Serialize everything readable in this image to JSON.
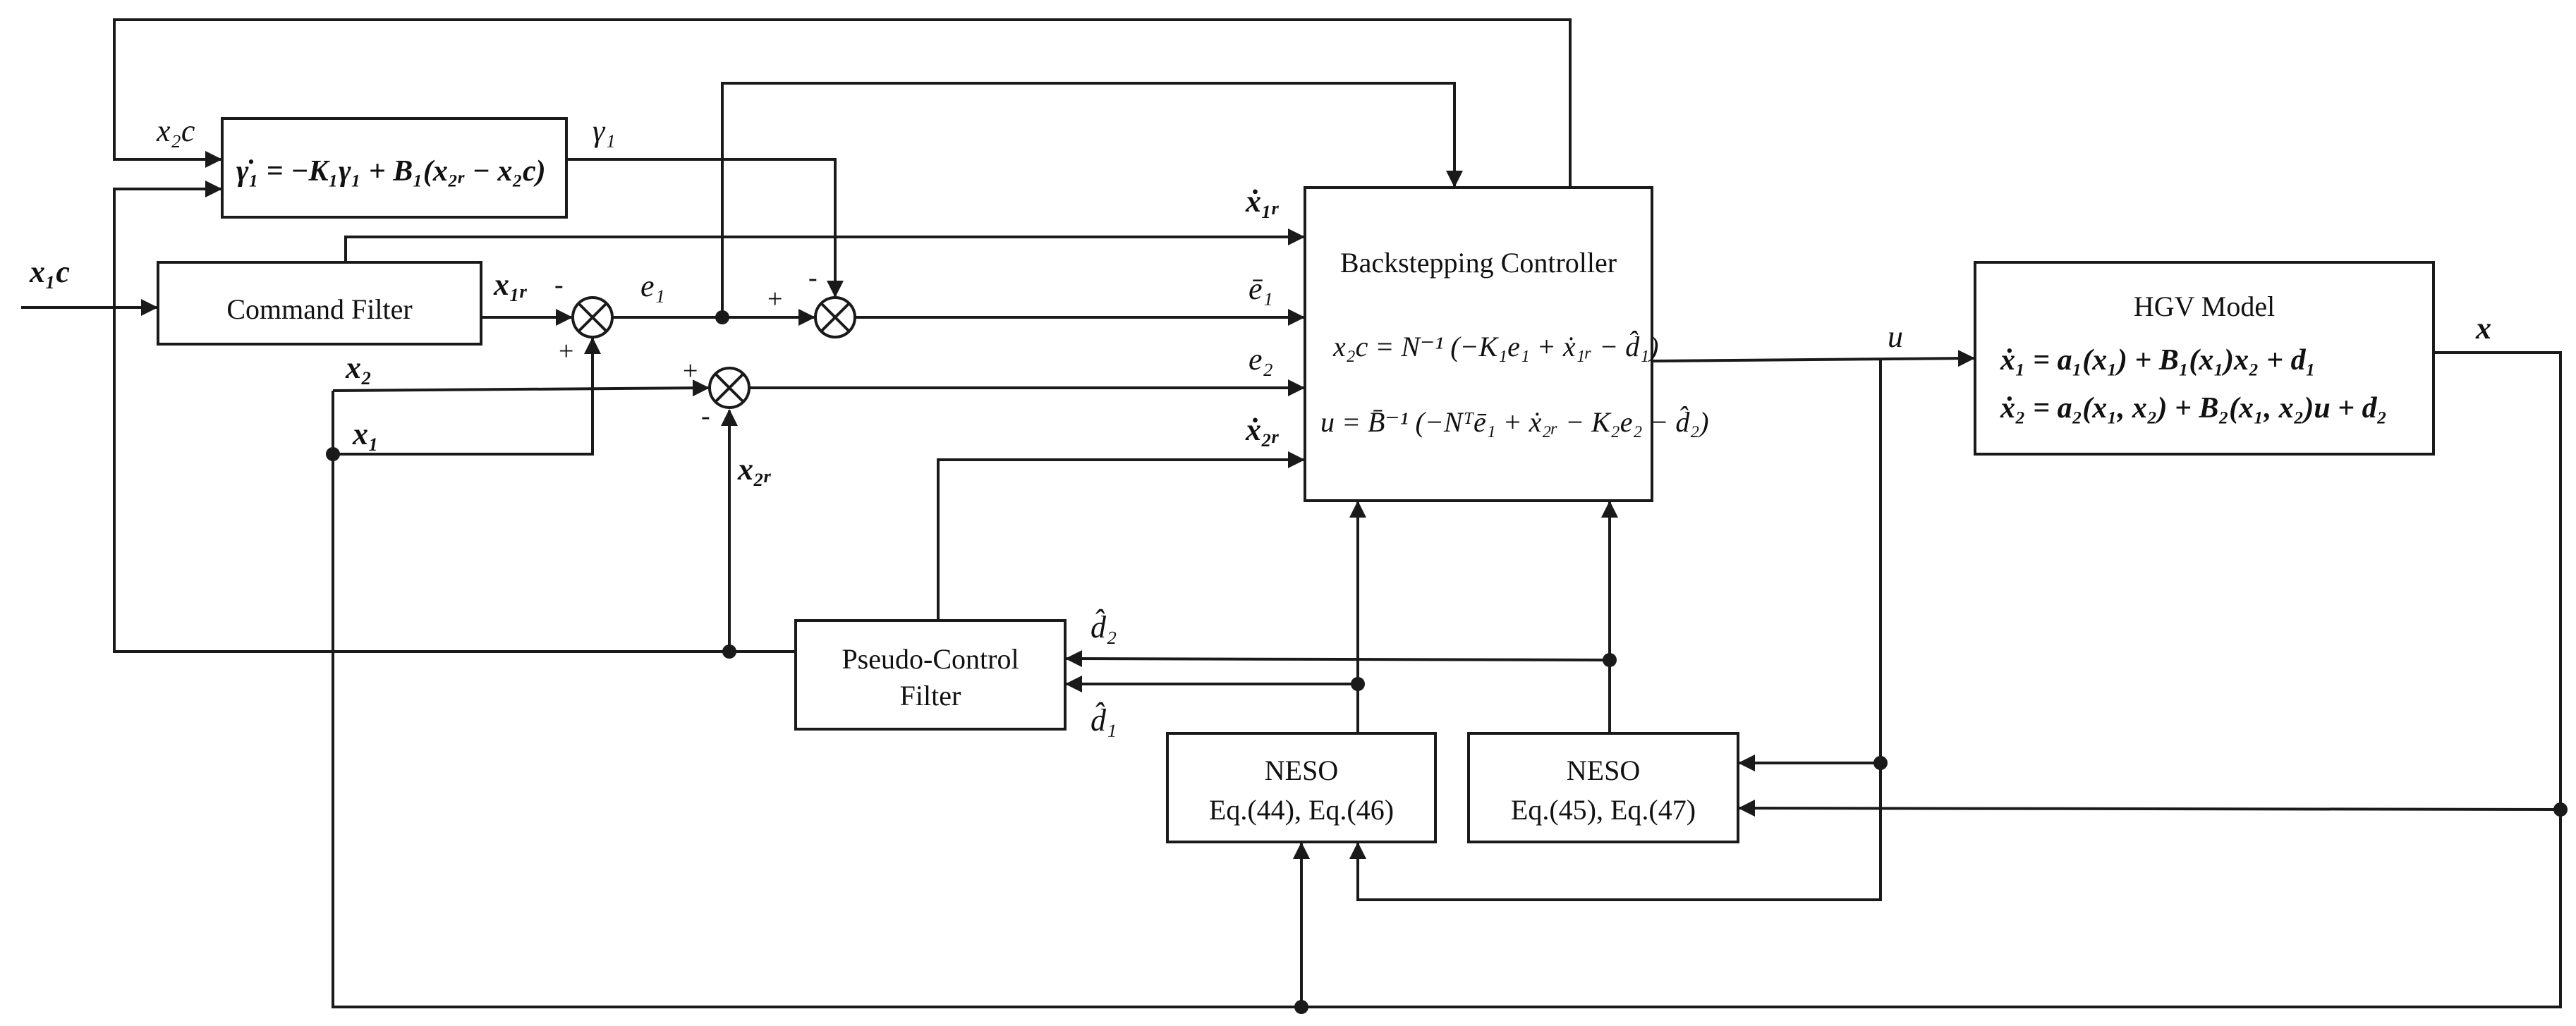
{
  "blocks": {
    "gamma_filter": {
      "equation": "γ̇₁ = −K₁γ₁ + B₁(x₂ᵣ − x₂c)"
    },
    "command_filter": {
      "label": "Command Filter"
    },
    "backstepping": {
      "title": "Backstepping Controller",
      "eq1": "x₂c = N⁻¹ (−K₁e₁ + ẋ₁ᵣ − d̂₁)",
      "eq2": "u = B̄⁻¹ (−Nᵀē₁ + ẋ₂ᵣ − K₂e₂ − d̂₂)"
    },
    "hgv": {
      "title": "HGV Model",
      "eq1": "ẋ₁ = a₁(x₁) + B₁(x₁)x₂ + d₁",
      "eq2": "ẋ₂ = a₂(x₁, x₂) + B₂(x₁, x₂)u + d₂"
    },
    "pseudo_filter": {
      "line1": "Pseudo-Control",
      "line2": "Filter"
    },
    "neso1": {
      "title": "NESO",
      "eqs": "Eq.(44), Eq.(46)"
    },
    "neso2": {
      "title": "NESO",
      "eqs": "Eq.(45), Eq.(47)"
    }
  },
  "signals": {
    "x1c": "x₁c",
    "x2c": "x₂c",
    "gamma1": "γ₁",
    "x1r": "x₁ᵣ",
    "e1": "e₁",
    "x2": "x₂",
    "x1": "x₁",
    "x2r": "x₂ᵣ",
    "x1r_dot": "ẋ₁ᵣ",
    "e1_bar": "ē₁",
    "e2": "e₂",
    "x2r_dot": "ẋ₂ᵣ",
    "u": "u",
    "x_out": "x",
    "d2_hat": "d̂₂",
    "d1_hat": "d̂₁"
  },
  "signs": {
    "sum1_minus": "-",
    "sum1_plus": "+",
    "sum2_plus": "+",
    "sum2_minus": "-",
    "sum3_plus": "+",
    "sum3_minus": "-"
  }
}
